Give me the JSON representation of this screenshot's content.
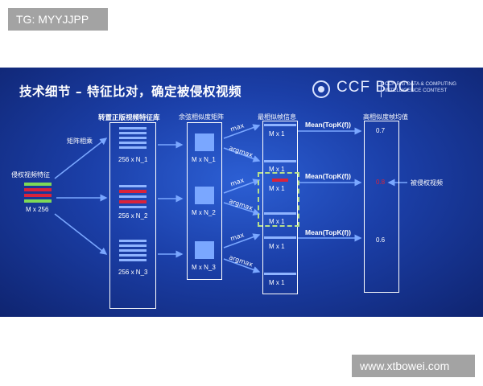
{
  "watermark_top": "TG: MYYJJPP",
  "watermark_bottom": "www.xtbowei.com",
  "slide": {
    "title": "技术细节 – 特征比对，确定被侵权视频",
    "logo": {
      "main": "CCF BDCI",
      "sub_line1": "CCF BIG DATA & COMPUTING",
      "sub_line2": "INTELLIGENCE CONTEST"
    },
    "section_headers": {
      "library": "转置正版视频特征库",
      "similarity": "余弦相似度矩阵",
      "max_sim": "最相似帧信息",
      "avg": "高相似度帧均值"
    },
    "input": {
      "title": "侵权视频特征",
      "dims": "M x 256"
    },
    "matmul_label": "矩阵相乘",
    "library_dims": [
      "256 x N_1",
      "256 x N_2",
      "256 x N_3"
    ],
    "sim_dims": [
      "M x N_1",
      "M x N_2",
      "M x N_3"
    ],
    "op_labels": {
      "max": "max",
      "argmax": "argmax"
    },
    "mx1": "M x 1",
    "mean_label": "Mean(TopK(f))",
    "scores": [
      "0.7",
      "0.8",
      "0.6"
    ],
    "infringed_label": "被侵权视频",
    "colors": {
      "highlight": "#d9233b",
      "default_score": "#ffffff",
      "accent_green": "#7ed957"
    }
  }
}
